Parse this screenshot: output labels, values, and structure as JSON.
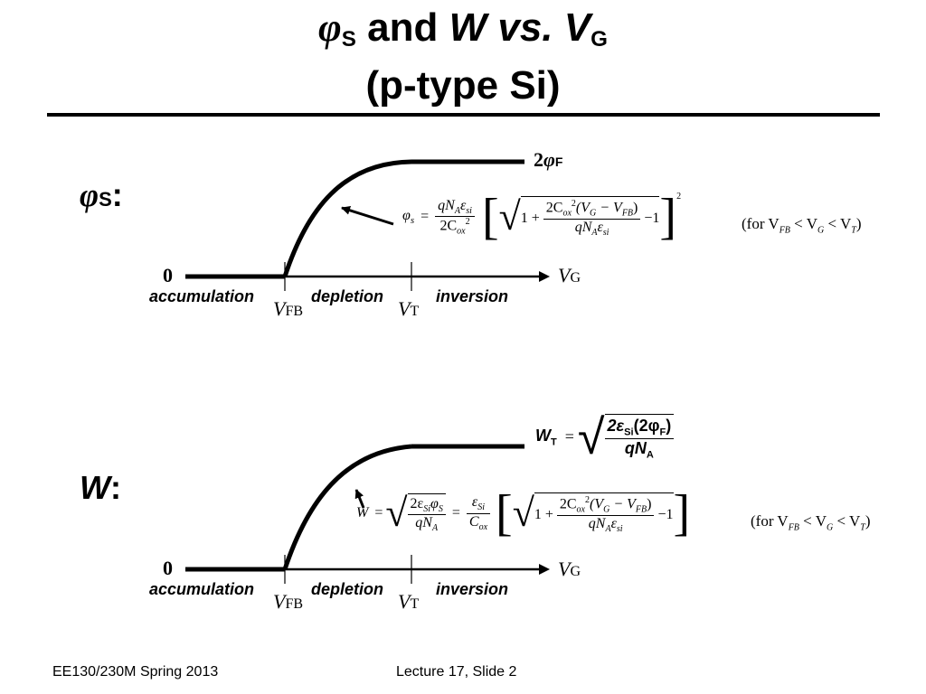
{
  "title": {
    "line1_phi": "φ",
    "line1_phi_sub": "S",
    "line1_and": " and ",
    "line1_w": "W",
    "line1_vs": " vs. ",
    "line1_v": "V",
    "line1_v_sub": "G",
    "line2": "(p-type Si)"
  },
  "top_plot": {
    "ylabel_sym": "φ",
    "ylabel_sub": "S",
    "ylabel_colon": ":",
    "level_label_num": "2",
    "level_label_sym": "φ",
    "level_label_sub": "F",
    "zero_label": "0",
    "axis_label_v": "V",
    "axis_label_sub": "G",
    "vfb_v": "V",
    "vfb_sub": "FB",
    "vt_v": "V",
    "vt_sub": "T",
    "region_accumulation": "accumulation",
    "region_depletion": "depletion",
    "region_inversion": "inversion",
    "formula": {
      "lhs": "φ",
      "lhs_sub": "s",
      "eq": "=",
      "frac1_num": "qN",
      "frac1_num_sub": "A",
      "frac1_num_eps": "ε",
      "frac1_num_eps_sub": "si",
      "frac1_den": "2C",
      "frac1_den_sub": "ox",
      "frac1_den_sup": "2",
      "one_plus": "1 +",
      "frac2_num": "2C",
      "frac2_num_sub": "ox",
      "frac2_num_sup": "2",
      "frac2_num_paren": "(V",
      "frac2_num_g": "G",
      "frac2_num_minus": " − V",
      "frac2_num_fb": "FB",
      "frac2_num_close": ")",
      "frac2_den": "qN",
      "frac2_den_sub": "A",
      "frac2_den_eps": "ε",
      "frac2_den_eps_sub": "si",
      "minus_one": "−1",
      "outer_sup": "2",
      "condition": "(for V",
      "cond_fb": "FB",
      "cond_lt1": " < V",
      "cond_g": "G",
      "cond_lt2": " < V",
      "cond_t": "T",
      "cond_close": ")"
    }
  },
  "bottom_plot": {
    "ylabel_sym": "W",
    "ylabel_colon": ":",
    "wt_lhs": "W",
    "wt_lhs_sub": "T",
    "wt_eq": "=",
    "wt_num": "2ε",
    "wt_num_sub": "Si",
    "wt_num_paren": "(2φ",
    "wt_num_f": "F",
    "wt_num_close": ")",
    "wt_den": "qN",
    "wt_den_sub": "A",
    "zero_label": "0",
    "axis_label_v": "V",
    "axis_label_sub": "G",
    "vfb_v": "V",
    "vfb_sub": "FB",
    "vt_v": "V",
    "vt_sub": "T",
    "region_accumulation": "accumulation",
    "region_depletion": "depletion",
    "region_inversion": "inversion",
    "formula": {
      "lhs": "W",
      "eq": "=",
      "f1_num": "2ε",
      "f1_num_sub": "Si",
      "f1_num_phi": "φ",
      "f1_num_phi_sub": "S",
      "f1_den": "qN",
      "f1_den_sub": "A",
      "eq2": "=",
      "f2_num": "ε",
      "f2_num_sub": "Si",
      "f2_den": "C",
      "f2_den_sub": "ox",
      "one_plus": "1 +",
      "f3_num": "2C",
      "f3_num_sub": "ox",
      "f3_num_sup": "2",
      "f3_num_paren": "(V",
      "f3_num_g": "G",
      "f3_num_minus": " − V",
      "f3_num_fb": "FB",
      "f3_num_close": ")",
      "f3_den": "qN",
      "f3_den_sub": "A",
      "f3_den_eps": "ε",
      "f3_den_eps_sub": "si",
      "minus_one": "−1",
      "condition": "(for V",
      "cond_fb": "FB",
      "cond_lt1": " < V",
      "cond_g": "G",
      "cond_lt2": " < V",
      "cond_t": "T",
      "cond_close": ")"
    }
  },
  "footer": {
    "left": "EE130/230M Spring 2013",
    "center": "Lecture 17, Slide 2"
  }
}
